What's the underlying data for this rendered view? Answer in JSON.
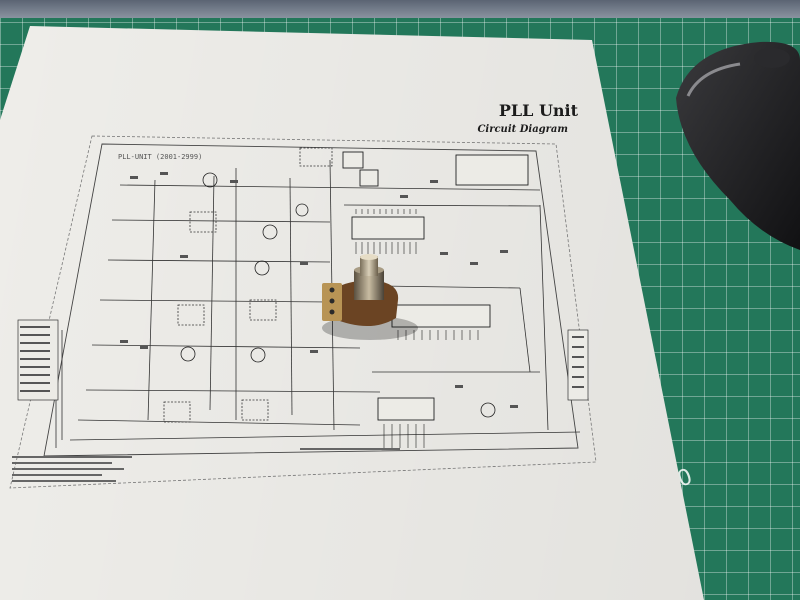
{
  "document": {
    "title": "PLL Unit",
    "subtitle": "Circuit Diagram",
    "schematic_label": "PLL-UNIT (2001-2999)"
  },
  "scene": {
    "mat_color": "#23775a",
    "paper_color": "#f3f2ee",
    "mouse_color": "#1d1d1f",
    "mat_corner_digit": "0"
  }
}
